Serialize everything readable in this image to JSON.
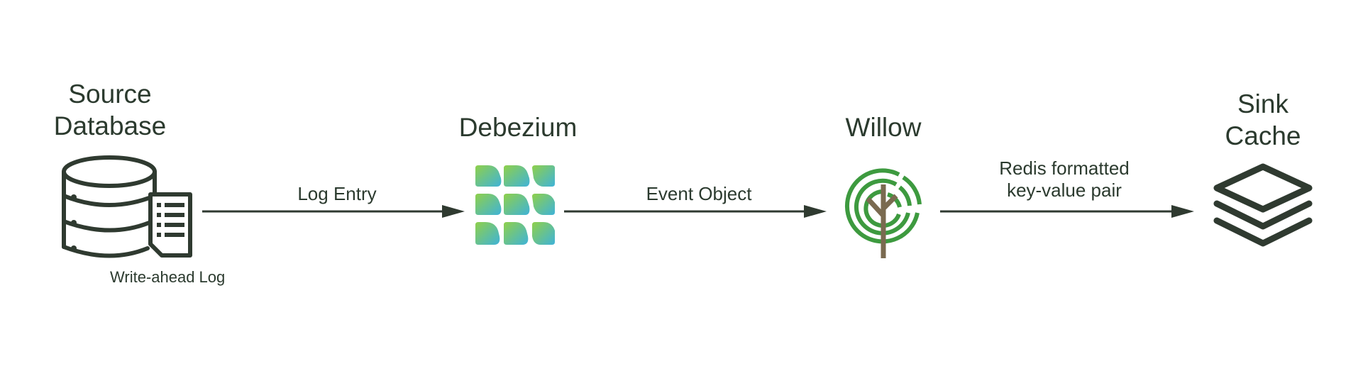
{
  "nodes": {
    "source": {
      "title_line1": "Source",
      "title_line2": "Database",
      "sublabel": "Write-ahead Log",
      "icon": "database-icon"
    },
    "debezium": {
      "title": "Debezium",
      "icon": "debezium-logo-icon"
    },
    "willow": {
      "title": "Willow",
      "icon": "willow-tree-logo-icon"
    },
    "sink": {
      "title_line1": "Sink",
      "title_line2": "Cache",
      "icon": "stacked-layers-icon"
    }
  },
  "edges": {
    "log_entry": "Log Entry",
    "event_object": "Event Object",
    "redis_line1": "Redis formatted",
    "redis_line2": "key-value pair"
  },
  "colors": {
    "text": "#2b3a2e",
    "icon_stroke": "#2f3a30",
    "willow_green": "#3d9a3f",
    "willow_trunk": "#7a6a50",
    "debezium_gradient_start": "#8fd04a",
    "debezium_gradient_end": "#3fb3d8"
  }
}
